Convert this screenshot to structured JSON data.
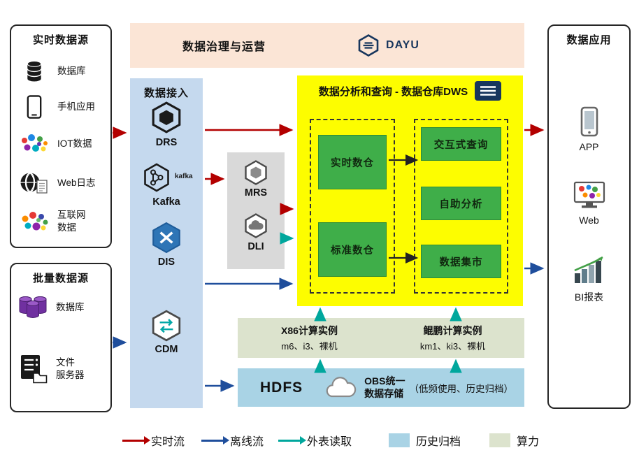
{
  "realtime_sources": {
    "title": "实时数据源",
    "items": [
      {
        "label": "数据库",
        "icon": "database-icon"
      },
      {
        "label": "手机应用",
        "icon": "mobile-app-icon"
      },
      {
        "label": "IOT数据",
        "icon": "iot-icon"
      },
      {
        "label": "Web日志",
        "icon": "web-log-icon"
      },
      {
        "label": "互联网\n数据",
        "icon": "internet-data-icon"
      }
    ]
  },
  "batch_sources": {
    "title": "批量数据源",
    "items": [
      {
        "label": "数据库",
        "icon": "purple-database-icon"
      },
      {
        "label": "文件\n服务器",
        "icon": "file-server-icon"
      }
    ]
  },
  "governance": {
    "title": "数据治理与运营",
    "logo_text": "DAYU"
  },
  "ingestion": {
    "title": "数据接入",
    "items": [
      {
        "label": "DRS"
      },
      {
        "label": "Kafka",
        "logo_text": "kafka"
      },
      {
        "label": "DIS"
      },
      {
        "label": "CDM"
      }
    ]
  },
  "lake_services": {
    "items": [
      {
        "label": "MRS"
      },
      {
        "label": "DLI"
      }
    ]
  },
  "dws": {
    "title": "数据分析和查询 - 数据仓库DWS",
    "warehouses": [
      {
        "label": "实时数仓"
      },
      {
        "label": "标准数仓"
      }
    ],
    "analytics": [
      {
        "label": "交互式查询"
      },
      {
        "label": "自助分析"
      },
      {
        "label": "数据集市"
      }
    ]
  },
  "compute_instances": {
    "x86": {
      "title": "X86计算实例",
      "specs": "m6、i3、裸机"
    },
    "kunpeng": {
      "title": "鲲鹏计算实例",
      "specs": "km1、ki3、裸机"
    }
  },
  "storage": {
    "hdfs": "HDFS",
    "obs_title": "OBS统一\n数据存储",
    "obs_note": "（低频使用、历史归档）"
  },
  "applications": {
    "title": "数据应用",
    "items": [
      {
        "label": "APP",
        "icon": "app-icon"
      },
      {
        "label": "Web",
        "icon": "web-icon"
      },
      {
        "label": "BI报表",
        "icon": "bi-report-icon"
      }
    ]
  },
  "legend": {
    "items": [
      {
        "label": "实时流",
        "type": "arrow",
        "color": "#b30000"
      },
      {
        "label": "离线流",
        "type": "arrow",
        "color": "#1f4e9c"
      },
      {
        "label": "外表读取",
        "type": "arrow",
        "color": "#00a79d"
      },
      {
        "label": "历史归档",
        "type": "swatch",
        "color": "#a9d3e5"
      },
      {
        "label": "算力",
        "type": "swatch",
        "color": "#dce3cd"
      }
    ]
  }
}
